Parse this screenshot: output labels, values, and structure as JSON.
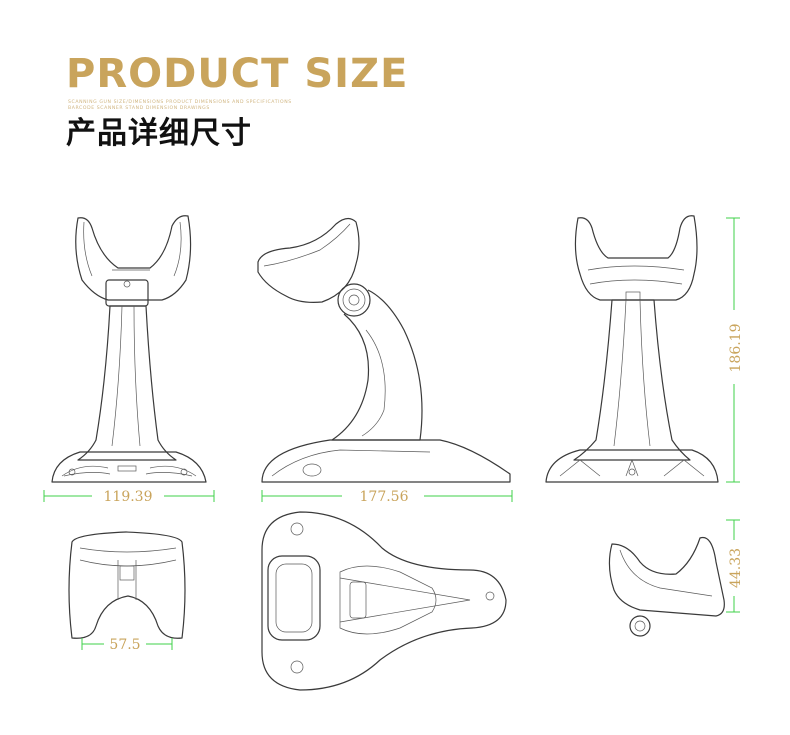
{
  "header": {
    "title_en": "PRODUCT SIZE",
    "subtitle_line1": "SCANNING GUN SIZE/DIMENSIONS PRODUCT DIMENSIONS AND SPECIFICATIONS",
    "subtitle_line2": "BARCODE SCANNER STAND DIMENSION DRAWINGS",
    "title_cn": "产品详细尺寸"
  },
  "dimensions": {
    "front_width": "119.39",
    "side_width": "177.56",
    "back_height": "186.19",
    "top_width": "57.5",
    "holder_height": "44.33"
  },
  "colors": {
    "accent_gold": "#c9a45c",
    "dimension_green": "#3fd24a",
    "line_dark": "#3a3a3a"
  }
}
